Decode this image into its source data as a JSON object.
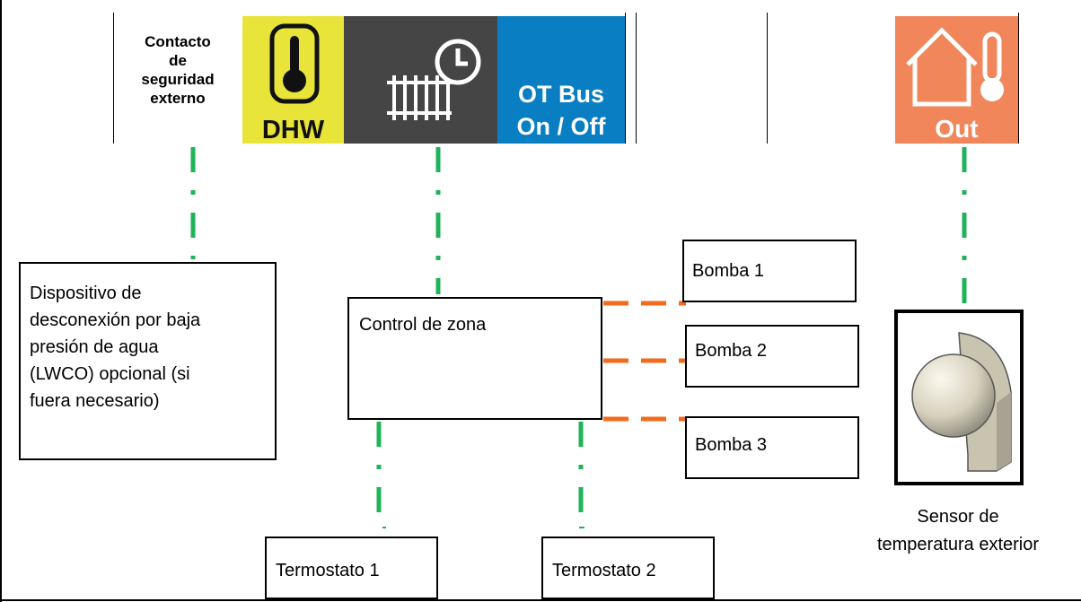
{
  "terminals": {
    "contact_label": "Contacto\nde\nseguridad\nexterno",
    "dhw_label": "DHW",
    "otbus_line1": "OT Bus",
    "otbus_line2": "On / Off",
    "out_label": "Out"
  },
  "devices": {
    "lwco": "Dispositivo de\ndesconexión por baja\npresión de agua\n(LWCO) opcional (si\nfuera necesario)",
    "zone_control": "Control de zona",
    "pump1": "Bomba 1",
    "pump2": "Bomba 2",
    "pump3": "Bomba 3",
    "thermostat1": "Termostato 1",
    "thermostat2": "Termostato 2",
    "sensor_caption": "Sensor de\ntemperatura exterior"
  },
  "colors": {
    "dhw_bg": "#e8e43a",
    "heating_bg": "#454545",
    "otbus_bg": "#0a7ec3",
    "out_bg": "#f1865b",
    "signal_line": "#1fb35a",
    "pump_line": "#f26b1d"
  },
  "icons": [
    "thermometer-icon",
    "radiator-icon",
    "clock-icon",
    "house-thermometer-icon",
    "outdoor-sensor-icon"
  ]
}
